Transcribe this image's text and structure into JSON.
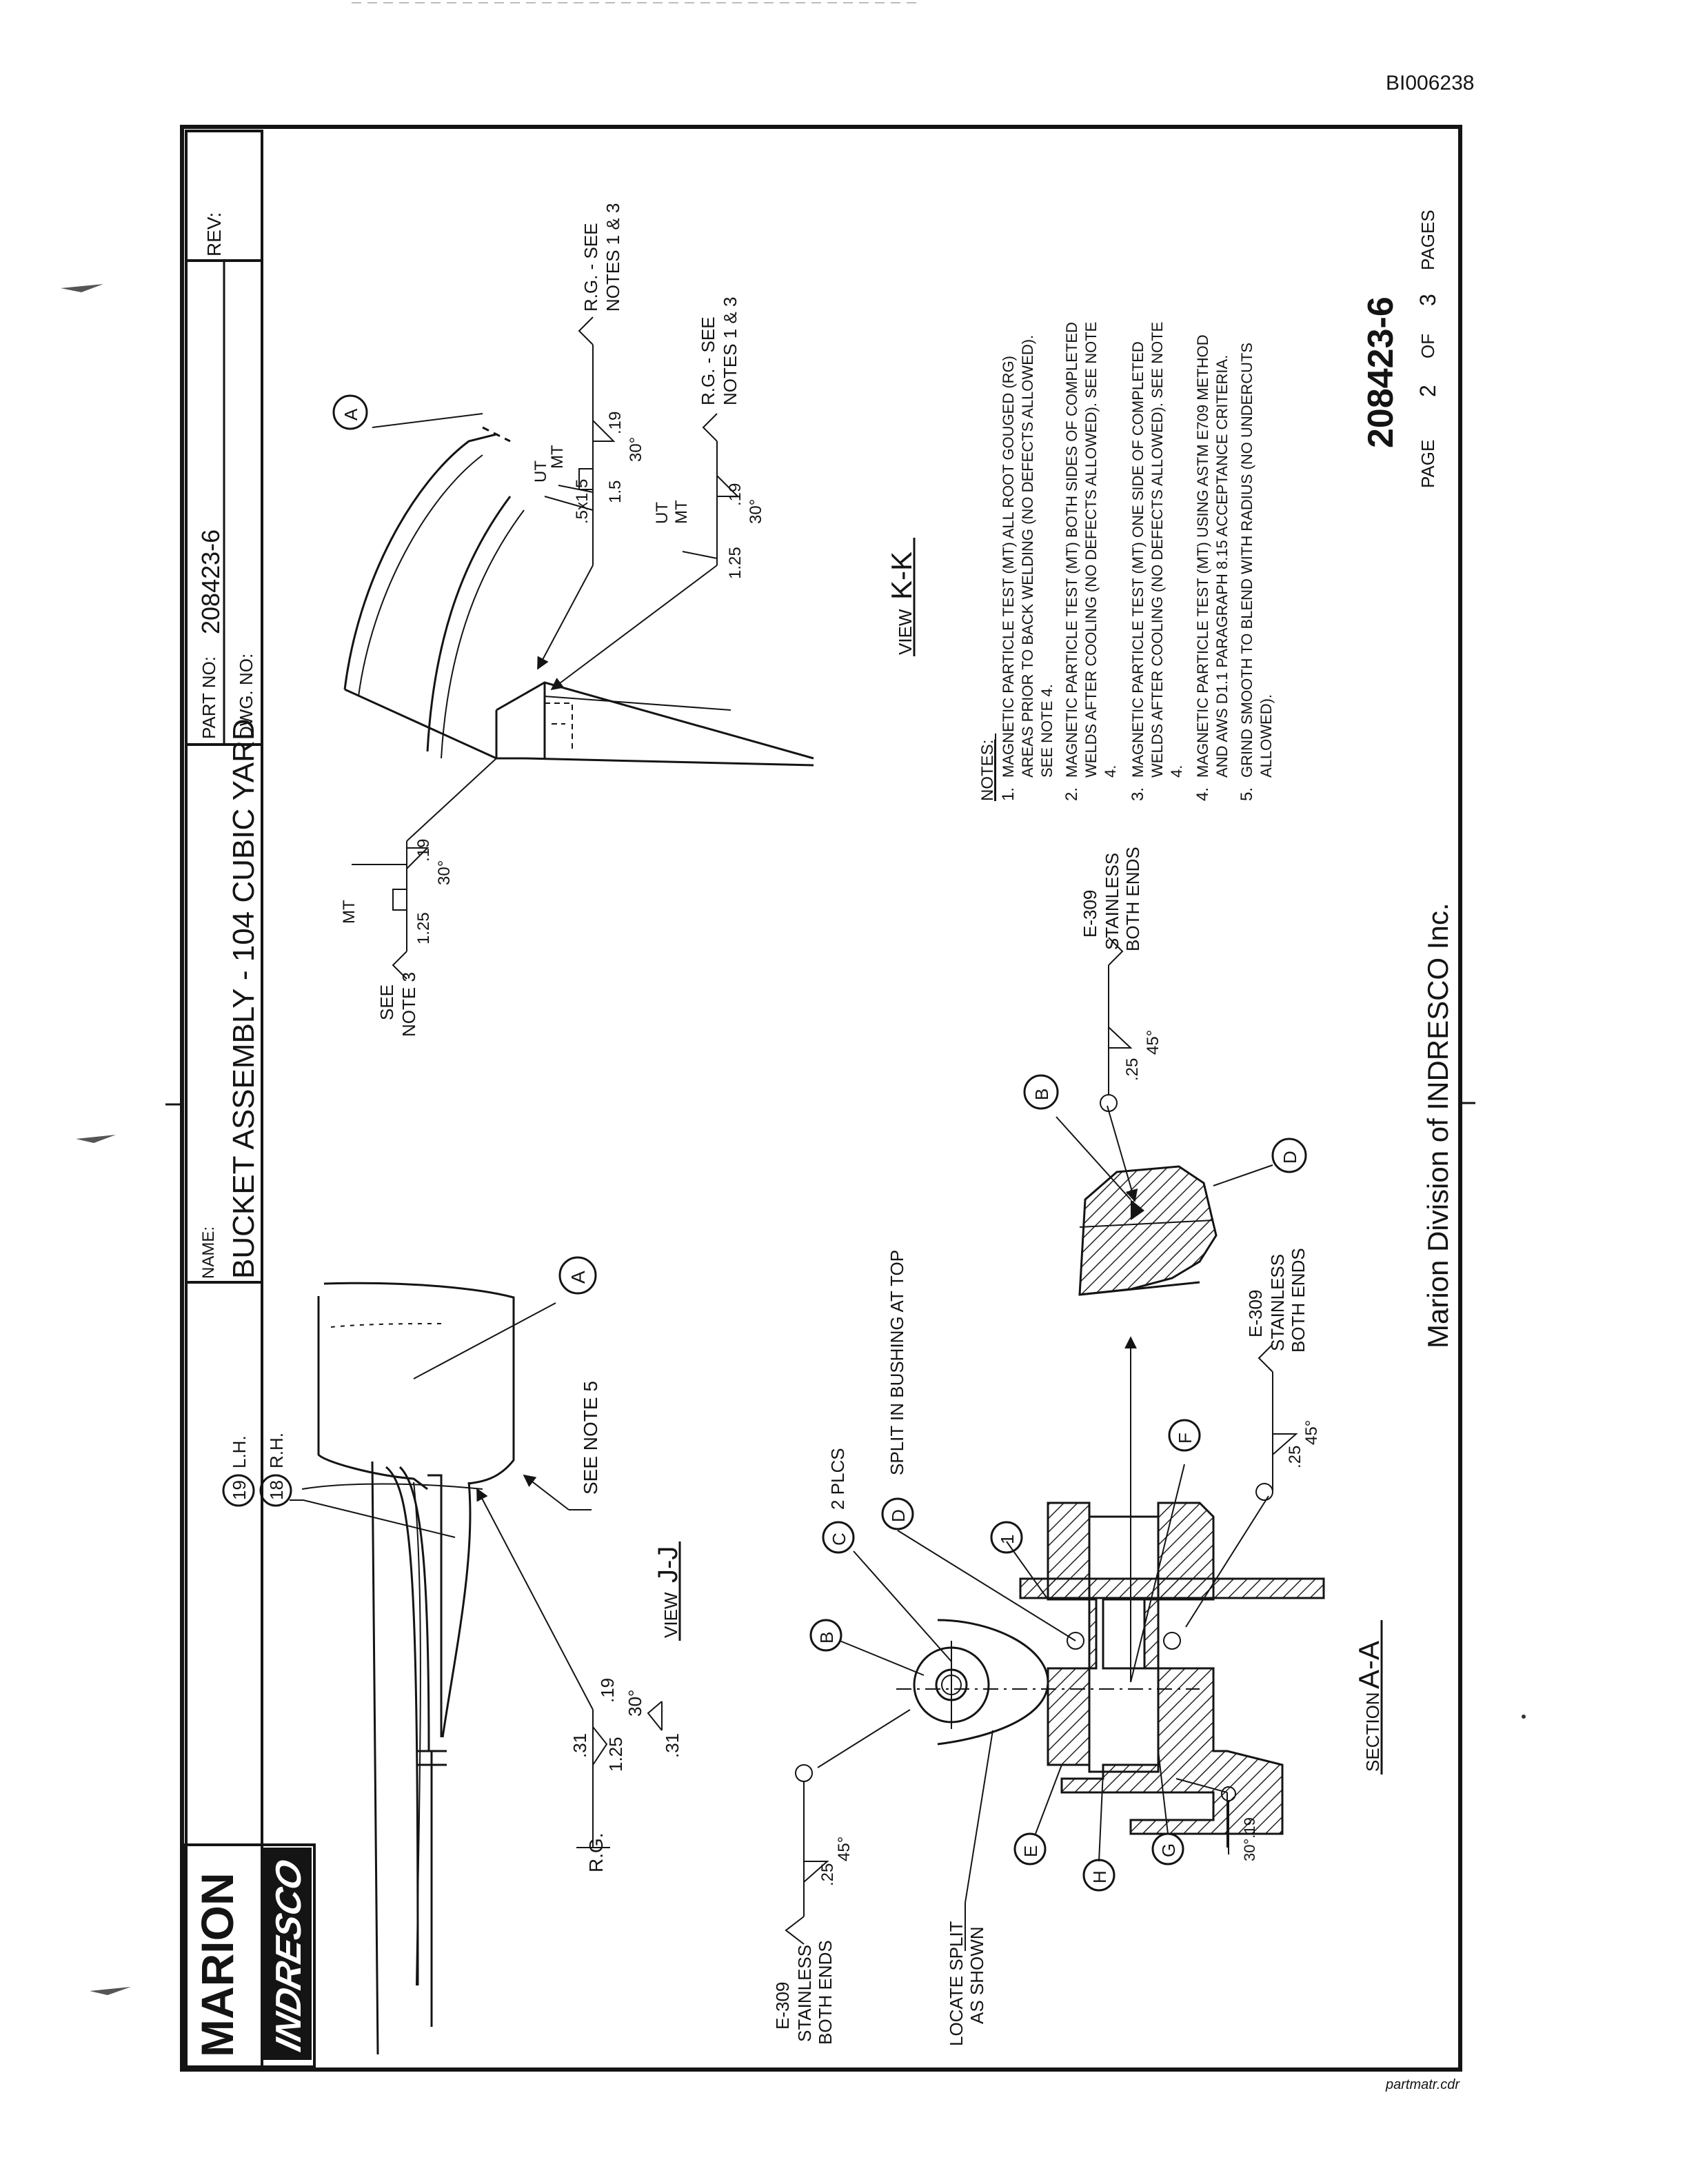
{
  "doc_id": "BI006238",
  "title_block": {
    "name_label": "NAME:",
    "name_value": "BUCKET ASSEMBLY - 104 CUBIC YARD",
    "part_no_label": "PART NO:",
    "part_no_value": "208423-6",
    "dwg_no_label": "DWG. NO:",
    "rev_label": "REV:",
    "page_label": "PAGE",
    "page_num": "2",
    "of_label": "OF",
    "page_total": "3",
    "pages_label": "PAGES",
    "drawing_number": "208423-6",
    "company": "Marion Division of INDRESCO Inc.",
    "logo_top": "MARION",
    "logo_bottom": "INDRESCO",
    "footer_tag": "partmatr.cdr"
  },
  "views": {
    "jj": {
      "prefix": "VIEW",
      "letter": "J-J"
    },
    "kk": {
      "prefix": "VIEW",
      "letter": "K-K"
    },
    "aa": {
      "prefix": "SECTION",
      "letter": "A-A"
    }
  },
  "balloons": {
    "b19": "19",
    "b19_label": "L.H.",
    "b18": "18",
    "b18_label": "R.H.",
    "a": "A",
    "b": "B",
    "c": "C",
    "d": "D",
    "e": "E",
    "f": "F",
    "g": "G",
    "h": "H",
    "one": "1"
  },
  "labels": {
    "plcs": "2 PLCS",
    "split_bushing": "SPLIT IN BUSHING AT TOP",
    "locate_split_1": "LOCATE SPLIT",
    "locate_split_2": "AS SHOWN",
    "see_note_5": "SEE NOTE 5",
    "see_note_3_a": "SEE",
    "see_note_3_b": "NOTE 3",
    "rg_see_a": "R.G. - SEE",
    "rg_see_b": "NOTES 1 & 3",
    "e309": "E-309",
    "stainless": "STAINLESS",
    "both_ends": "BOTH ENDS",
    "ut": "UT",
    "mt": "MT",
    "rg": "R.G.",
    "dim_31": ".31",
    "dim_125": "1.25",
    "dim_19": ".19",
    "dim_25": ".25",
    "dim_15": "1.5",
    "dim_5x15": ".5x1.5",
    "deg_30": "30°",
    "deg_45": "45°",
    "grv_30_19": "30°.19"
  },
  "notes": {
    "header": "NOTES:",
    "items": [
      {
        "num": "1.",
        "lines": [
          "MAGNETIC PARTICLE TEST (MT) ALL ROOT GOUGED (RG)",
          "AREAS PRIOR TO BACK WELDING (NO DEFECTS ALLOWED).",
          "SEE NOTE 4."
        ]
      },
      {
        "num": "2.",
        "lines": [
          "MAGNETIC PARTICLE TEST (MT) BOTH SIDES OF COMPLETED",
          "WELDS AFTER COOLING (NO DEFECTS ALLOWED). SEE NOTE",
          "4."
        ]
      },
      {
        "num": "3.",
        "lines": [
          "MAGNETIC PARTICLE TEST (MT) ONE SIDE OF COMPLETED",
          "WELDS AFTER COOLING (NO DEFECTS ALLOWED). SEE NOTE",
          "4."
        ]
      },
      {
        "num": "4.",
        "lines": [
          "MAGNETIC PARTICLE TEST (MT) USING ASTM E709 METHOD",
          "AND AWS D1.1 PARAGRAPH 8.15 ACCEPTANCE CRITERIA."
        ]
      },
      {
        "num": "5.",
        "lines": [
          "GRIND SMOOTH TO BLEND WITH RADIUS (NO UNDERCUTS",
          "ALLOWED)."
        ]
      }
    ]
  }
}
